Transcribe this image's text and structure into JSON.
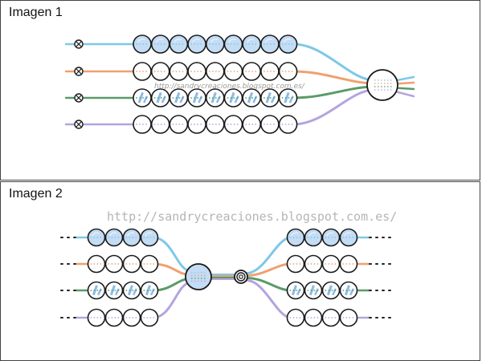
{
  "panel1": {
    "title": "Imagen 1",
    "watermark": "http://sandrycreaciones.blogspot.com.es/"
  },
  "panel2": {
    "title": "Imagen 2",
    "watermark": "http://sandrycreaciones.blogspot.com.es/"
  },
  "colors": {
    "blue": "#7ec8e8",
    "orange": "#f0a070",
    "green": "#5a9a6a",
    "purple": "#b4a4e0",
    "outline": "#1a1a1a",
    "bead_fill_blue": "#c4dcf4"
  },
  "icons": [
    "crossed-circle-icon",
    "spiral-knot-icon",
    "bead-icon"
  ]
}
